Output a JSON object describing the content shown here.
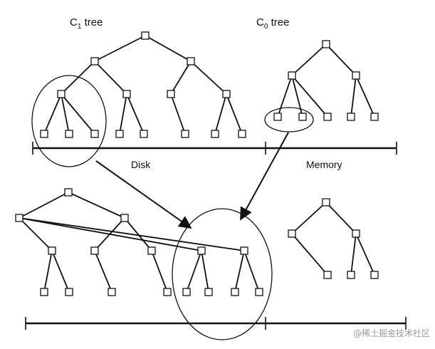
{
  "labels": {
    "c1_tree": {
      "main": "C",
      "sub": "1",
      "rest": " tree"
    },
    "c0_tree": {
      "main": "C",
      "sub": "0",
      "rest": " tree"
    },
    "disk": "Disk",
    "memory": "Memory"
  },
  "watermark": "@稀土掘金技术社区",
  "colors": {
    "stroke": "#111111",
    "background": "#ffffff",
    "watermark": "#9a9a9a"
  }
}
